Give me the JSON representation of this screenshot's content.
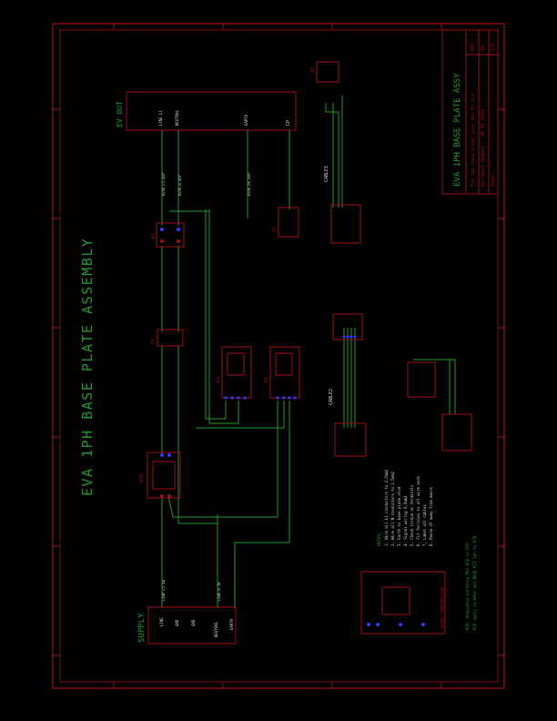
{
  "title_block": {
    "title": "EVA 1PH BASE PLATE ASSY",
    "title_label": "TITLE:",
    "filename": "Eva_1ph_base_plate_assy_Rev_03.sch",
    "doc_number_label": "Document Number:",
    "doc_number": "90_01_0003",
    "rev_label": "REV:",
    "rev": "03",
    "date_label": "Date:",
    "sheet_label": "Sheet:",
    "sheet": "1/1"
  },
  "main_title": "EVA 1PH BASE PLATE ASSEMBLY",
  "blocks": {
    "ev_out": {
      "label": "EV OUT",
      "pins": [
        "LINE L1",
        "NEUTRAL",
        "EARTH",
        "CP"
      ]
    },
    "supply": {
      "label": "SUPPLY",
      "pins": [
        "LINE",
        "GND",
        "GND",
        "NEUTRAL",
        "EARTH"
      ]
    }
  },
  "net_labels": [
    "EVSE_PE_OUT",
    "EVSE_L1_OUT",
    "EVSE_N_OUT",
    "LINE L1 IN",
    "LINE N IN"
  ],
  "parts": {
    "k1": "K1",
    "k2": "K2",
    "rcd": "RCD",
    "fuse": "F1",
    "cable1": "CABLE1",
    "cable2": "CABLE2",
    "x1": "X1",
    "x2": "X2",
    "x3": "X3",
    "controller": "EVSE CONTROLLER"
  },
  "notes": {
    "header": "NOTES:",
    "lines": [
      "1. Wire all L1 conductors to 2.5mm2",
      "2. Wire all N conductors to 2.5mm2",
      "3. Earth to base plate stud",
      "4. Signal wiring 0.5mm2",
      "5. Check torque on terminals",
      "6. Fit ferrules to all wire ends",
      "7. Label all cables",
      "8. Route CP away from mains"
    ],
    "footer_1": "RCD, dedicated earthing PE2 RCD to RCD.",
    "footer_2": "RCD apply to BASE and BASE KIT 1ph to RCD."
  },
  "colors": {
    "frame": "#a01018",
    "wire": "#1f9a2a",
    "connector": "#2a3cff"
  }
}
